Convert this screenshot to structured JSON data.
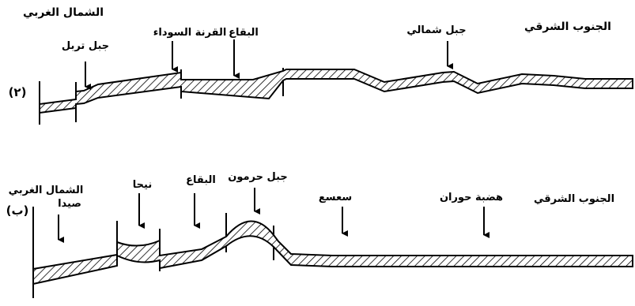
{
  "colors": {
    "ink": "#000000",
    "background": "#ffffff"
  },
  "panel_a": {
    "marker": "(۲)",
    "direction_left": "الشمال الغربي",
    "direction_right": "الجنوب الشرقي",
    "labels": [
      "جبل تربل",
      "القرنة السوداء",
      "البقاع",
      "جبل شمالي"
    ]
  },
  "panel_b": {
    "marker": "(ب)",
    "direction_left": "الشمال الغربي",
    "direction_right": "الجنوب الشرقي",
    "labels": [
      "صيدا",
      "نيحا",
      "البقاع",
      "جبل حرمون",
      "سعسع",
      "هضبة حوران"
    ]
  }
}
